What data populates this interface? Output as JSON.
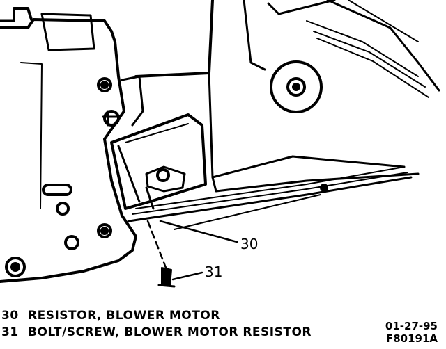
{
  "callouts": [
    {
      "number": "30"
    },
    {
      "number": "31"
    }
  ],
  "legend": [
    {
      "number": "30",
      "text": "RESISTOR, BLOWER MOTOR"
    },
    {
      "number": "31",
      "text": "BOLT/SCREW, BLOWER MOTOR RESISTOR"
    }
  ],
  "stamp": {
    "date": "01-27-95",
    "code": "F80191A"
  }
}
